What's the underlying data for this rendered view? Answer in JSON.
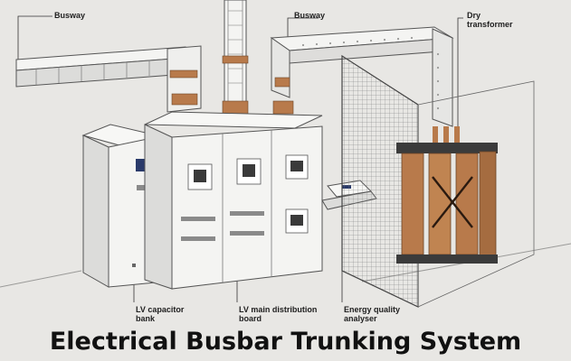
{
  "labels": {
    "busway_left": "Busway",
    "busway_right": "Busway",
    "dry_transformer": "Dry\ntransformer",
    "lv_capacitor_bank": "LV capacitor\nbank",
    "lv_main_distribution_board": "LV main distribution\nboard",
    "energy_quality_analyser": "Energy quality\nanalyser"
  },
  "caption": "Electrical Busbar Trunking System",
  "colors": {
    "background": "#e8e7e4",
    "panel": "#f4f4f2",
    "outline": "#555555",
    "copper": "#b87a4b",
    "transformer_core": "#3b3b3b"
  }
}
